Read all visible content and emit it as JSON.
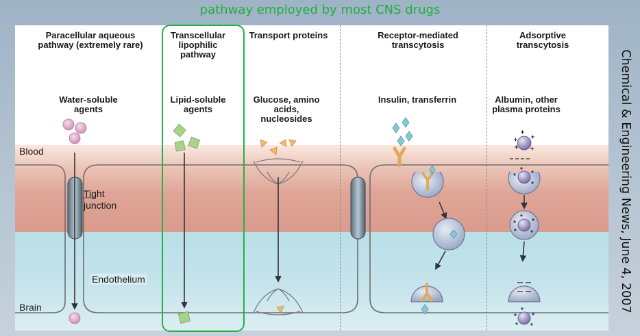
{
  "header": {
    "caption": "pathway employed by most CNS drugs"
  },
  "side_credit": "Chemical & Engineering News, June 4, 2007",
  "columns": [
    {
      "title": "Paracellular aqueous pathway (extremely rare)",
      "agent": "Water-soluble agents"
    },
    {
      "title": "Transcellular lipophilic pathway",
      "agent": "Lipid-soluble agents"
    },
    {
      "title": "Transport proteins",
      "agent": "Glucose, amino acids, nucleosides"
    },
    {
      "title": "Receptor-mediated transcytosis",
      "agent": "Insulin, transferrin"
    },
    {
      "title": "Adsorptive transcytosis",
      "agent": "Albumin, other plasma proteins"
    }
  ],
  "regions": {
    "blood": "Blood",
    "brain": "Brain",
    "endothelium": "Endothelium",
    "tight_junction": "Tight junction"
  },
  "colors": {
    "highlight": "#22b04a",
    "caption": "#1fae3b",
    "water_soluble": "#e6b6d3",
    "lipid_soluble": "#9ccc7a",
    "nutrient": "#f2b36a",
    "receptor": "#e6b36a",
    "ligand": "#7fc4c8",
    "vesicle": "#b9c2d6"
  }
}
